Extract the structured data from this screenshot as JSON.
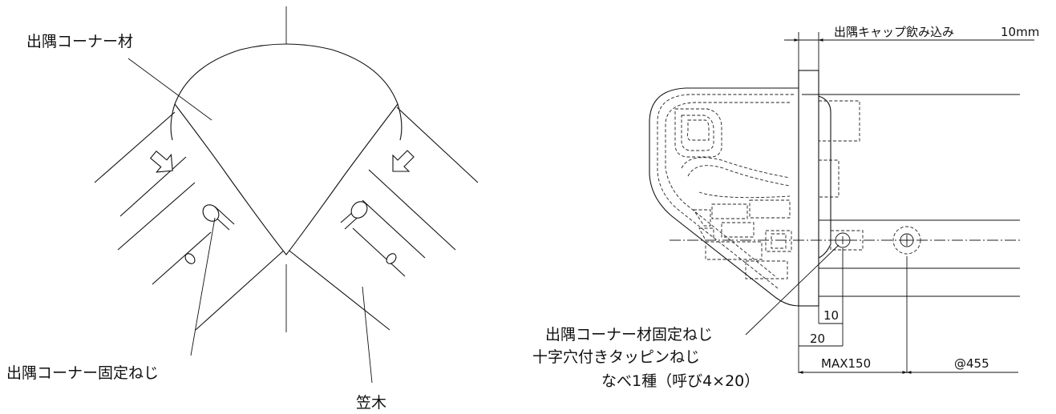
{
  "left_view": {
    "corner_piece_label": "出隅コーナー材",
    "screw_label": "出隅コーナー固定ねじ",
    "handrail_label": "笠木"
  },
  "right_view": {
    "cap_insert_label": "出隅キャップ飲み込み",
    "cap_insert_value": "10mm",
    "screw_spec_line1": "出隅コーナー材固定ねじ",
    "screw_spec_line2": "十字穴付きタッピンねじ",
    "screw_spec_line3": "なべ1種（呼び4×20）",
    "dim_10": "10",
    "dim_20": "20",
    "dim_max150": "MAX150",
    "dim_pitch": "@455"
  }
}
